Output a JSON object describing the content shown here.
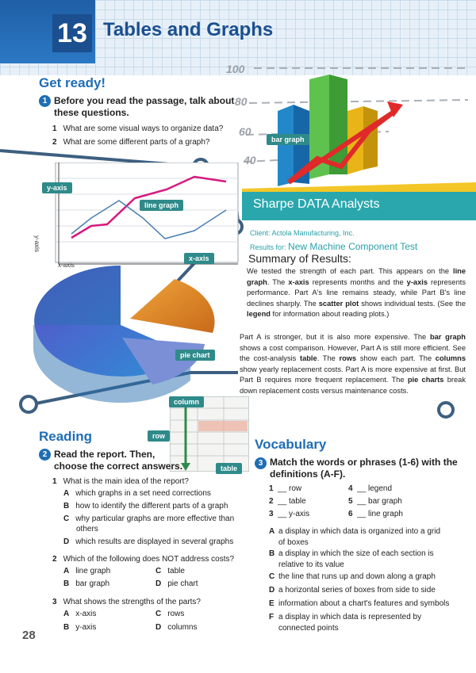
{
  "unit": {
    "number": "13",
    "title": "Tables and Graphs"
  },
  "get_ready": {
    "heading": "Get ready!",
    "q_num": "1",
    "instruction_line1": "Before you read the passage, talk about",
    "instruction_line2": "these questions.",
    "questions": [
      {
        "n": "1",
        "text": "What are some visual ways to organize data?"
      },
      {
        "n": "2",
        "text": "What are some different parts of a graph?"
      }
    ]
  },
  "illustration": {
    "scale": [
      "100",
      "80",
      "60",
      "40"
    ],
    "labels": {
      "bar_graph": "bar graph",
      "y_axis": "y-axis",
      "line_graph": "line graph",
      "x_axis": "x-axis",
      "pie_chart": "pie chart",
      "column": "column",
      "row": "row",
      "table": "table",
      "axis_y_small": "y-axis",
      "axis_x_small": "x-axis"
    },
    "colors": {
      "accent_blue": "#1f6db5",
      "teal": "#2aa7ad",
      "tag_green": "#2f8a8a",
      "line_pink": "#d6197e",
      "line_blue": "#4a7fb3"
    }
  },
  "report": {
    "company": "Sharpe DATA Analysts",
    "client": "Client: Actola Manufacturing, Inc.",
    "results_for_label": "Results for:",
    "results_for_value": "New Machine Component Test",
    "summary_title": "Summary of Results:"
  },
  "reading": {
    "heading": "Reading",
    "q_num": "2",
    "instruction_line1": "Read the report. Then,",
    "instruction_line2": "choose the correct answers.",
    "questions": [
      {
        "n": "1",
        "text": "What is the main idea of the report?",
        "options": [
          {
            "l": "A",
            "t": "which graphs in a set need corrections"
          },
          {
            "l": "B",
            "t": "how to identify the different parts of a graph"
          },
          {
            "l": "C",
            "t": "why particular graphs are more effective than"
          },
          {
            "l": "",
            "t": "others"
          },
          {
            "l": "D",
            "t": "which results are displayed in several graphs"
          }
        ]
      },
      {
        "n": "2",
        "text": "Which of the following does NOT address costs?",
        "options": [
          {
            "l": "A",
            "t": "line graph"
          },
          {
            "l": "C",
            "t": "table"
          },
          {
            "l": "B",
            "t": "bar graph"
          },
          {
            "l": "D",
            "t": "pie chart"
          }
        ]
      },
      {
        "n": "3",
        "text": "What shows the strengths of the parts?",
        "options": [
          {
            "l": "A",
            "t": "x-axis"
          },
          {
            "l": "C",
            "t": "rows"
          },
          {
            "l": "B",
            "t": "y-axis"
          },
          {
            "l": "D",
            "t": "columns"
          }
        ]
      }
    ]
  },
  "vocabulary": {
    "heading": "Vocabulary",
    "q_num": "3",
    "instruction_line1": "Match the words or phrases (1-6) with the",
    "instruction_line2": "definitions (A-F).",
    "words": [
      {
        "n": "1",
        "t": "__ row"
      },
      {
        "n": "4",
        "t": "__ legend"
      },
      {
        "n": "2",
        "t": "__ table"
      },
      {
        "n": "5",
        "t": "__ bar graph"
      },
      {
        "n": "3",
        "t": "__ y-axis"
      },
      {
        "n": "6",
        "t": "__ line graph"
      }
    ],
    "definitions": [
      {
        "l": "A",
        "t1": "a display in which data is organized into a grid",
        "t2": "of boxes"
      },
      {
        "l": "B",
        "t1": "a display in which the size of each section is",
        "t2": "relative to its value"
      },
      {
        "l": "C",
        "t1": "the line that runs up and down along a graph",
        "t2": ""
      },
      {
        "l": "D",
        "t1": "a horizontal series of boxes from side to side",
        "t2": ""
      },
      {
        "l": "E",
        "t1": "information about a chart's features and symbols",
        "t2": ""
      },
      {
        "l": "F",
        "t1": "a display in which data is represented by",
        "t2": "connected points"
      }
    ]
  },
  "page_number": "28"
}
